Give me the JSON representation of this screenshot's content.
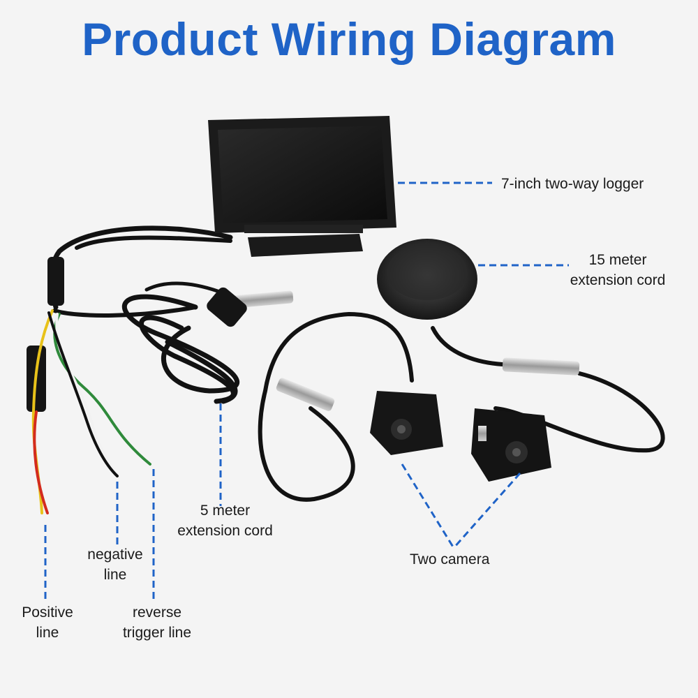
{
  "title": "Product Wiring Diagram",
  "colors": {
    "title": "#1f63c7",
    "leader": "#1f63c7",
    "background": "#f4f4f4"
  },
  "labels": {
    "logger": "7-inch two-way logger",
    "cord15_l1": "15 meter",
    "cord15_l2": "extension cord",
    "cord5_l1": "5 meter",
    "cord5_l2": "extension cord",
    "cameras": "Two camera",
    "negative_l1": "negative",
    "negative_l2": "line",
    "positive_l1": "Positive",
    "positive_l2": "line",
    "reverse_l1": "reverse",
    "reverse_l2": "trigger line"
  }
}
